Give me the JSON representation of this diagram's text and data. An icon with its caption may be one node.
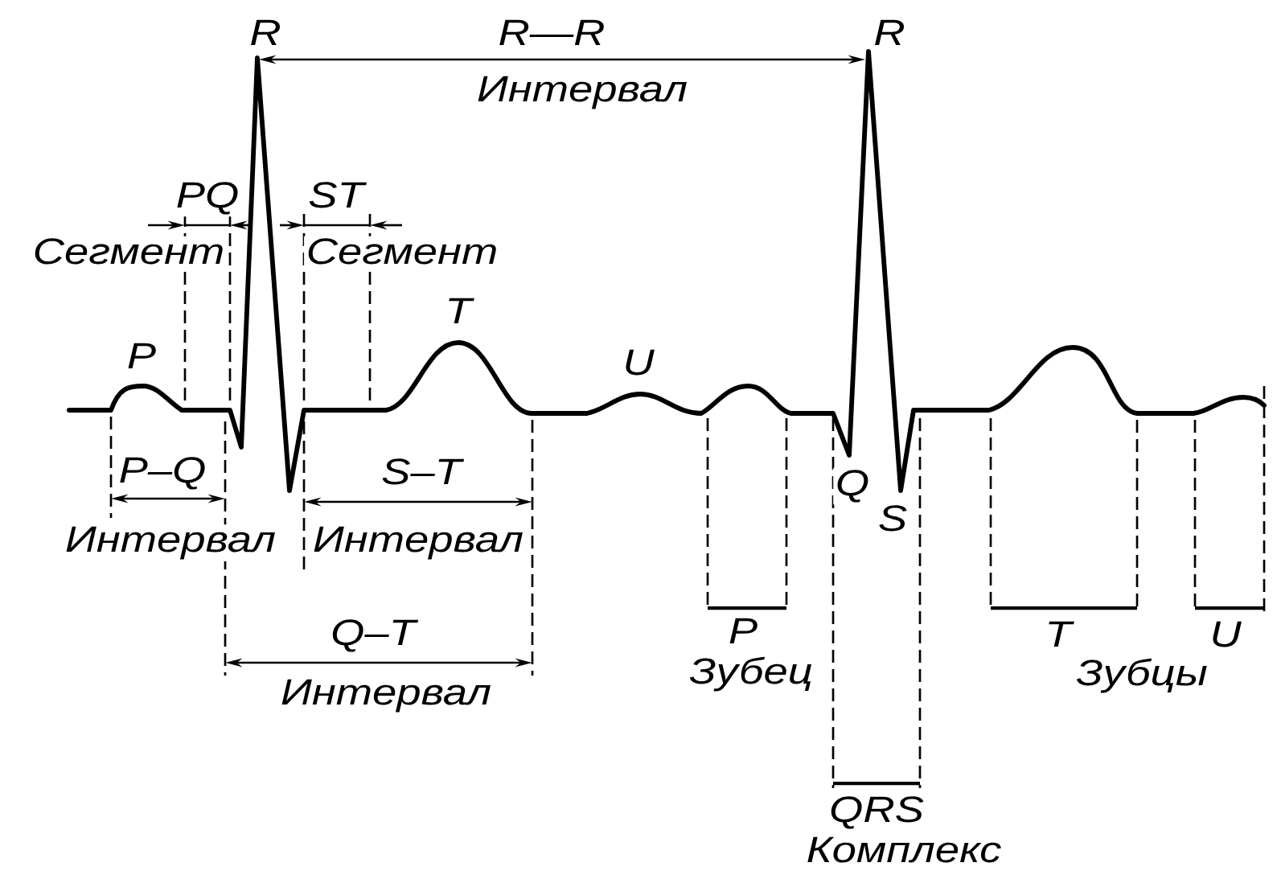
{
  "diagram": {
    "labels": [
      "R",
      "R—R",
      "R",
      "Интервал",
      "PQ",
      "ST",
      "Сегмент",
      "Сегмент",
      "T",
      "P",
      "U",
      "P–Q",
      "S–T",
      "Q",
      "S",
      "Интервал",
      "Интервал",
      "Q–T",
      "P",
      "T",
      "U",
      "Зубец",
      "Зубцы",
      "Интервал",
      "QRS",
      "Комплекс"
    ]
  }
}
